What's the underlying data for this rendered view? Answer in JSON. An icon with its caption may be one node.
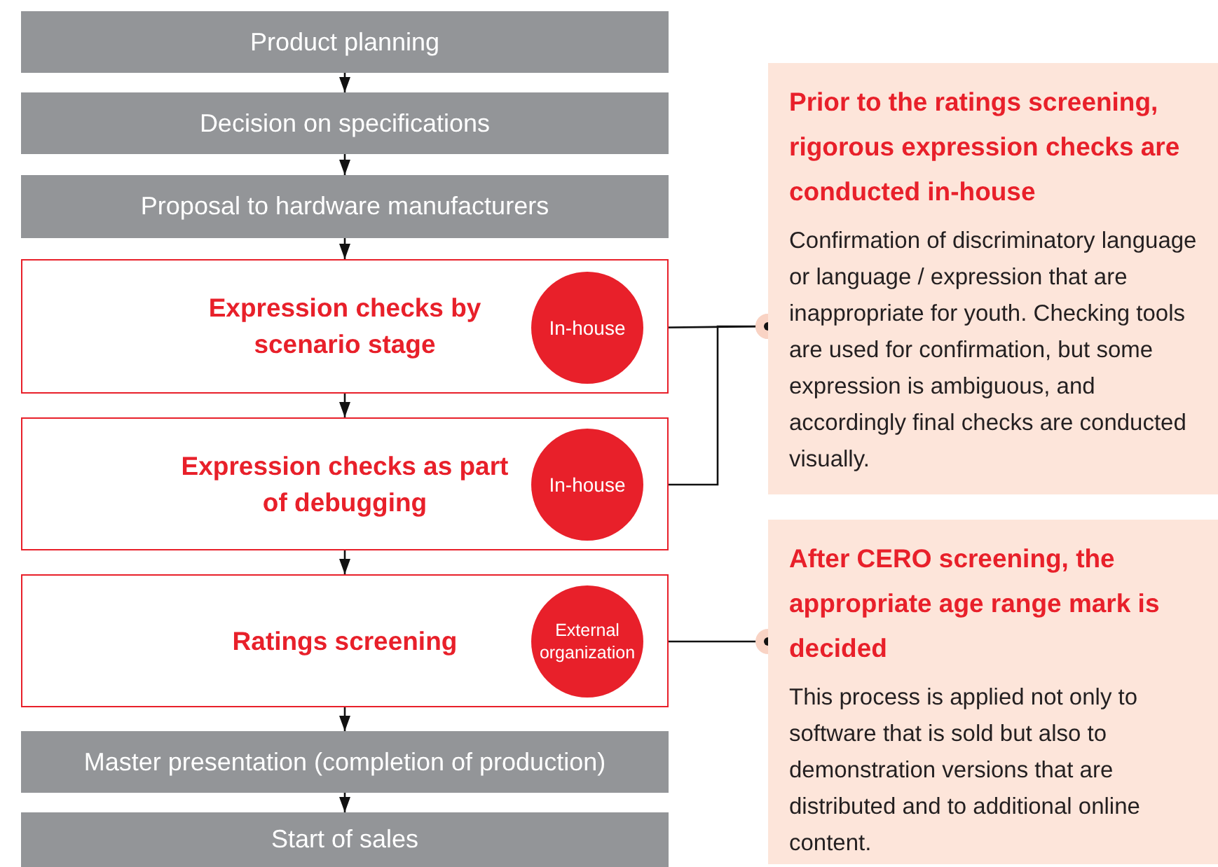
{
  "diagram": {
    "nodes": [
      {
        "text": [
          "Product planning"
        ]
      },
      {
        "text": [
          "Decision on specifications"
        ]
      },
      {
        "text": [
          "Proposal to hardware manufacturers"
        ]
      },
      {
        "text": [
          "Expression checks by scenario stage"
        ]
      },
      {
        "text": [
          "In-house"
        ],
        "in": 3
      },
      {
        "text": [
          "Expression checks as part of debugging"
        ]
      },
      {
        "text": [
          "In-house"
        ],
        "in": 5
      },
      {
        "text": [
          "Ratings screening"
        ]
      },
      {
        "text": [
          "External organization"
        ],
        "in": 7
      },
      {
        "text": [
          "Master presentation (completion of production)"
        ]
      },
      {
        "text": [
          "Start of sales"
        ]
      },
      {
        "text": [
          "Prior to the ratings screening, rigorous expression checks are conducted in-house",
          "Confirmation of discriminatory language or language / expression that are inappropriate for youth. Checking tools are used for confirmation, but some expression is ambiguous, and accordingly final checks are conducted visually."
        ]
      },
      {
        "text": [
          "After CERO screening, the appropriate age range mark is decided",
          "This process is applied not only to software that is sold but also to demonstration versions that are distributed and to additional online content."
        ]
      }
    ],
    "edges": [
      {
        "from": 0,
        "to": 1,
        "arrow": "to"
      },
      {
        "from": 1,
        "to": 2,
        "arrow": "to"
      },
      {
        "from": 2,
        "to": 3,
        "arrow": "to"
      },
      {
        "from": 3,
        "to": 5,
        "arrow": "to"
      },
      {
        "from": 5,
        "to": 7,
        "arrow": "to"
      },
      {
        "from": 7,
        "to": 9,
        "arrow": "to"
      },
      {
        "from": 9,
        "to": 10,
        "arrow": "to"
      },
      {
        "from": 4,
        "to": 11,
        "arrow": "other"
      },
      {
        "from": 6,
        "to": 11,
        "arrow": "other"
      },
      {
        "from": 8,
        "to": 12,
        "arrow": "other"
      }
    ]
  }
}
